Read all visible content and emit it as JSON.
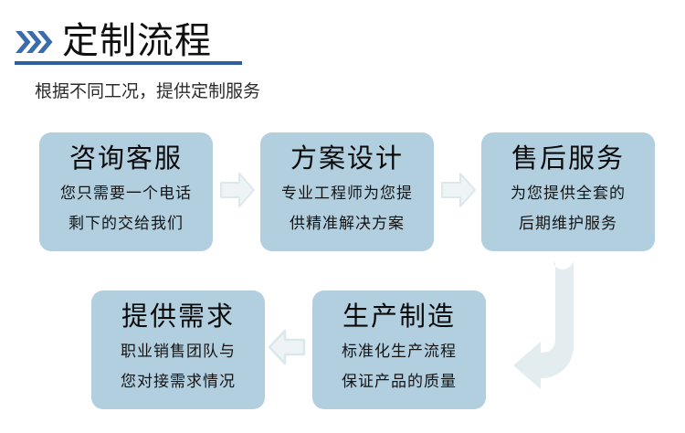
{
  "header": {
    "chevron_icon": "triple-chevron-right-icon",
    "title": "定制流程",
    "subtitle": "根据不同工况，提供定制服务",
    "accent_color": "#2e5e9e",
    "chevron_color": "#3a6cab",
    "title_color": "#101010"
  },
  "flow": {
    "card_color": "#b1cfdf",
    "arrow_color": "#e3ecef",
    "arrow_stroke": "#d3e2e8",
    "cards": [
      {
        "id": "consult-service",
        "title": "咨询客服",
        "lines": [
          "您只需要一个电话",
          "剩下的交给我们"
        ]
      },
      {
        "id": "plan-design",
        "title": "方案设计",
        "lines": [
          "专业工程师为您提",
          "供精准解决方案"
        ]
      },
      {
        "id": "after-sales-service",
        "title": "售后服务",
        "lines": [
          "为您提供全套的",
          "后期维护服务"
        ]
      },
      {
        "id": "provide-requirement",
        "title": "提供需求",
        "lines": [
          "职业销售团队与",
          "您对接需求情况"
        ]
      },
      {
        "id": "production-manufacture",
        "title": "生产制造",
        "lines": [
          "标准化生产流程",
          "保证产品的质量"
        ]
      }
    ],
    "arrows": [
      {
        "id": "arrow-consult-to-design",
        "icon": "arrow-right-icon"
      },
      {
        "id": "arrow-design-to-aftersales",
        "icon": "arrow-right-icon"
      },
      {
        "id": "arrow-production-to-requirement",
        "icon": "arrow-left-icon"
      },
      {
        "id": "arrow-aftersales-to-production",
        "icon": "arrow-uturn-down-left-icon"
      }
    ]
  }
}
